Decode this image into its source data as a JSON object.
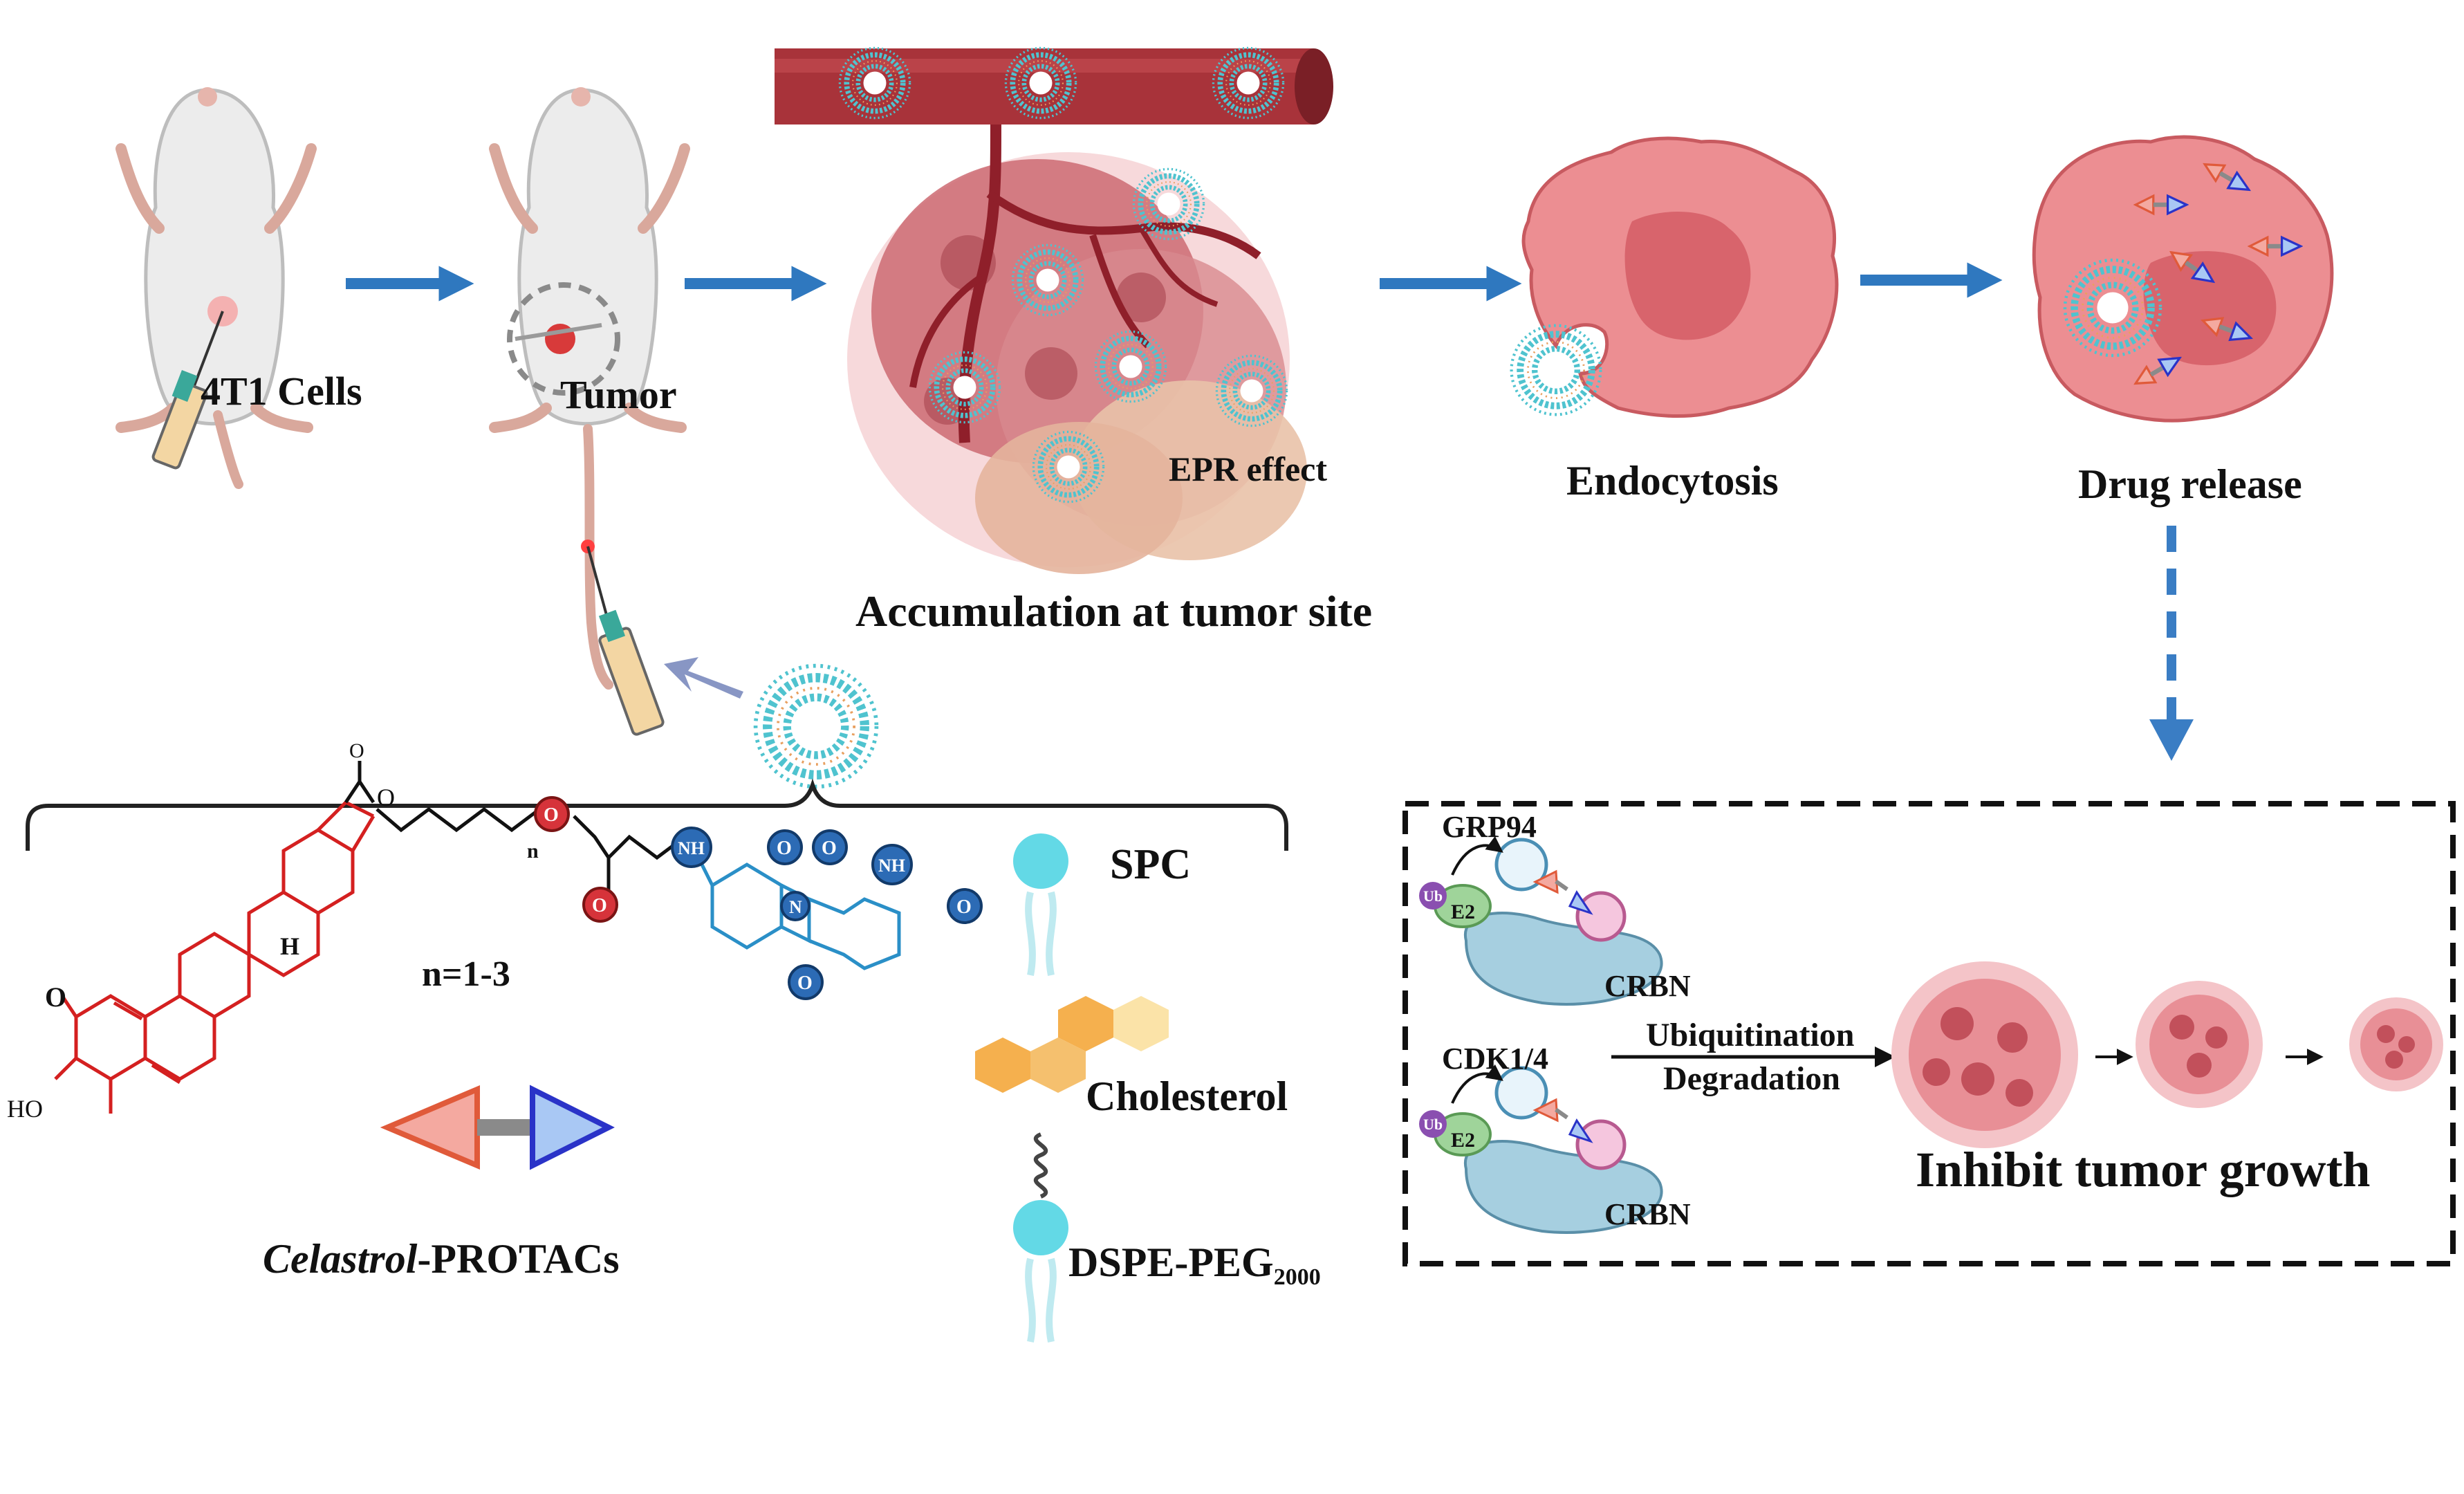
{
  "labels": {
    "cells": "4T1 Cells",
    "tumor": "Tumor",
    "epr": "EPR effect",
    "accumulation": "Accumulation at tumor site",
    "endocytosis": "Endocytosis",
    "drug_release": "Drug release",
    "n_range": "n=1-3",
    "n_sub": "n",
    "protacs_italic": "Celastrol",
    "protacs_rest": "-PROTACs",
    "spc": "SPC",
    "cholesterol": "Cholesterol",
    "dspe_main": "DSPE-PEG",
    "dspe_sub": "2000",
    "grp94": "GRP94",
    "cdk": "CDK1/4",
    "crbn_1": "CRBN",
    "crbn_2": "CRBN",
    "ub_1": "Ub",
    "ub_2": "Ub",
    "e2_1": "E2",
    "e2_2": "E2",
    "ubiquitination": "Ubiquitination",
    "degradation": "Degradation",
    "inhibit": "Inhibit tumor growth",
    "ho": "HO",
    "o_ketone": "O",
    "h_label": "H",
    "o_ester_top": "O",
    "o_linker": "O",
    "nh_1": "NH",
    "nh_2": "NH",
    "n_imide": "N",
    "o_atoms": [
      "O",
      "O",
      "O",
      "O",
      "O",
      "O"
    ]
  },
  "colors": {
    "arrow": "#2f78bf",
    "dashed_arrow": "#3a7dc4",
    "vessel": "#a8333a",
    "cell_fill": "#ec8e92",
    "nucleus": "#d8646c",
    "nano": "#4fc3cf",
    "celastrol": "#d42020",
    "thalidomide": "#2a8fc7",
    "protac_left": "#e05a3a",
    "protac_right": "#2a33c8",
    "cholesterol": "#f5b04e",
    "spc": "#63d9e6"
  },
  "icons": [
    "mouse-icon",
    "syringe-icon",
    "nanoparticle-icon",
    "blood-vessel-icon",
    "tumor-mass-icon",
    "cancer-cell-icon",
    "protac-icon",
    "lipid-icon",
    "cholesterol-icon",
    "ubiquitin-ligase-icon"
  ]
}
